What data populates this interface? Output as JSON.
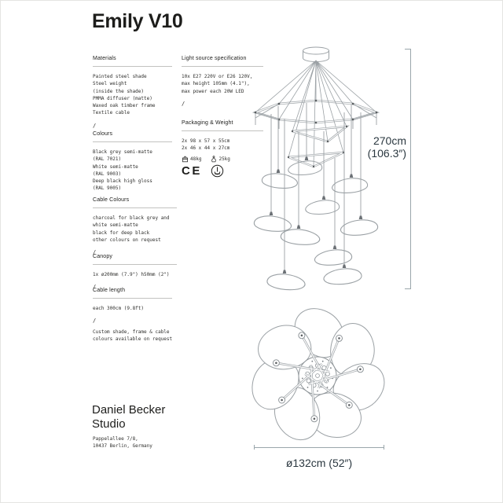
{
  "title": "Emily V10",
  "sections": {
    "materials": {
      "header": "Materials",
      "lines": [
        "Painted steel shade",
        "Steel weight",
        "(inside the shade)",
        "PMMA diffuser (matte)",
        "Waxed oak timber frame",
        "Textile cable"
      ],
      "divider": "/"
    },
    "colours": {
      "header": "Colours",
      "lines": [
        "Black grey semi-matte",
        "(RAL 7021)",
        "White semi-matte",
        "(RAL 9003)",
        "Deep black high gloss",
        "(RAL 9005)"
      ]
    },
    "cable_colours": {
      "header": "Cable Colours",
      "lines": [
        "charcoal for black grey and",
        "white semi-matte",
        "black for deep black",
        "other colours on request"
      ],
      "divider": "/"
    },
    "canopy": {
      "header": "Canopy",
      "lines": [
        "1x ø200mm (7.9\") h50mm (2\")"
      ],
      "divider": "/"
    },
    "cable_length": {
      "header": "Cable length",
      "lines": [
        "each 300cm (9.8ft)"
      ],
      "divider": "/"
    },
    "custom_note": {
      "lines": [
        "Custom shade, frame & cable",
        "colours available on request"
      ]
    },
    "light_source": {
      "header": "Light source specification",
      "lines": [
        "10x E27 220V or E26 120V,",
        "max height 105mm (4.1\"),",
        "max power each 20W LED"
      ],
      "divider": "/"
    },
    "packaging": {
      "header": "Packaging & Weight",
      "lines": [
        "2x 98 x 57 x 55cm",
        "2x 46 x 44 x 27cm"
      ],
      "gross_weight": "48kg",
      "net_weight": "25kg"
    },
    "marks": {
      "ce": "CE"
    }
  },
  "dimensions": {
    "height": "270cm",
    "height_inches": "(106.3″)",
    "diameter": "ø132cm (52″)"
  },
  "footer": {
    "studio_line1": "Daniel Becker",
    "studio_line2": "Studio",
    "address_line1": "Pappelallee 7/8,",
    "address_line2": "10437 Berlin, Germany"
  },
  "colors": {
    "text": "#1d1d1b",
    "dimension_text": "#2b3840",
    "drawing_stroke": "#9ba1a5"
  }
}
